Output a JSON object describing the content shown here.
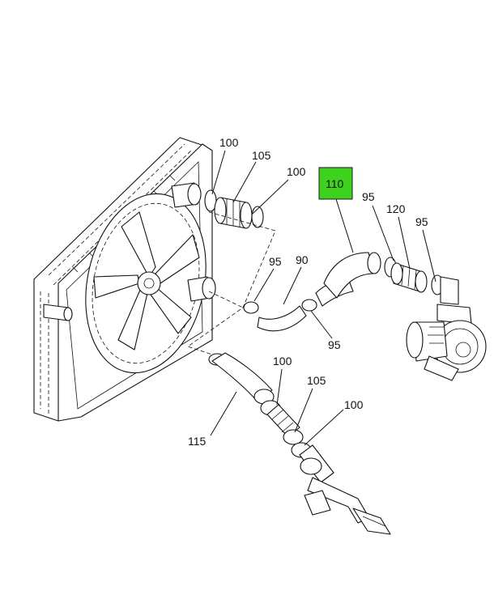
{
  "diagram": {
    "highlight_color": "#3cd21e",
    "highlighted_callout": "110",
    "callouts": {
      "c100_top_left": "100",
      "c105_top": "105",
      "c100_top_right": "100",
      "c110": "110",
      "c95_top": "95",
      "c120": "120",
      "c95_right": "95",
      "c95_mid_left": "95",
      "c90": "90",
      "c95_bottom": "95",
      "c100_lower_mid": "100",
      "c105_lower": "105",
      "c100_lower_right": "100",
      "c115": "115"
    }
  }
}
